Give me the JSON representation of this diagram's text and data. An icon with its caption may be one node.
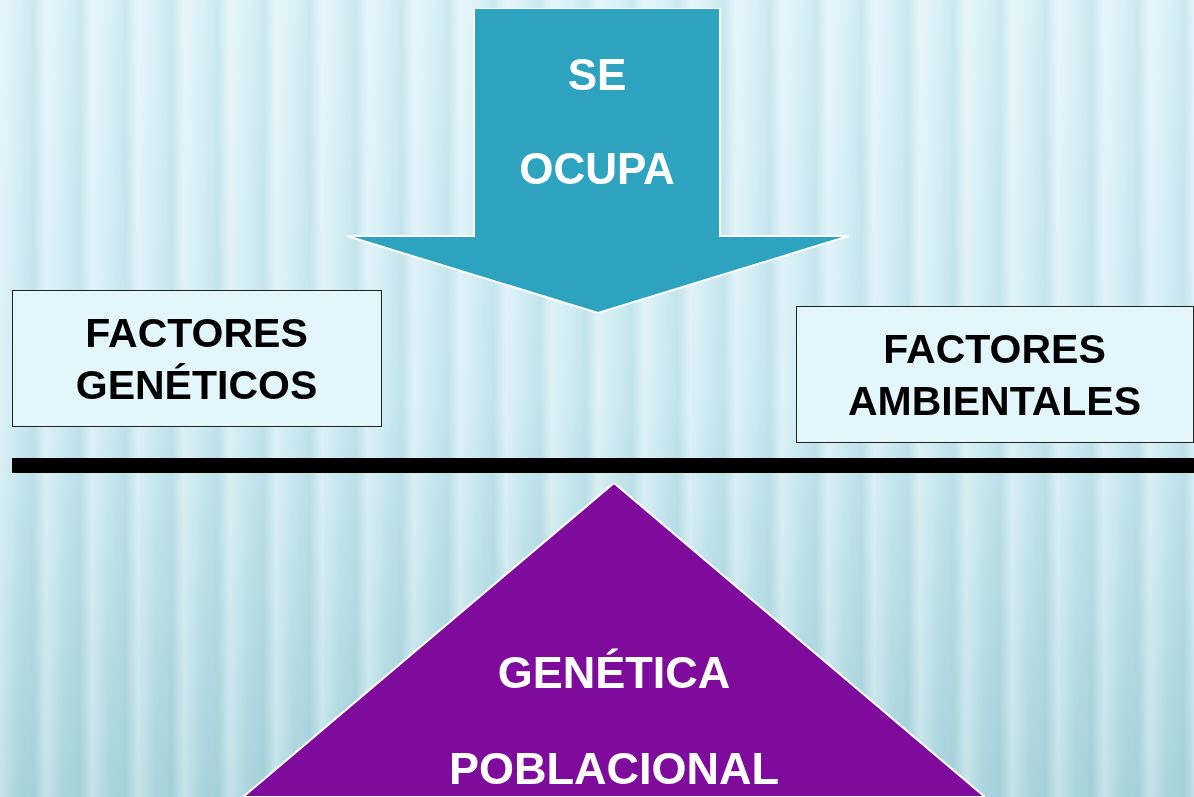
{
  "diagram": {
    "nodes": [
      {
        "text": [
          "SE OCUPA"
        ]
      },
      {
        "text": [
          "FACTORES GENÉTICOS"
        ]
      },
      {
        "text": [
          "FACTORES AMBIENTALES"
        ]
      },
      {
        "text": [
          "GENÉTICA POBLACIONAL"
        ]
      },
      {
        "text": [],
        "shape": "bar"
      }
    ]
  }
}
